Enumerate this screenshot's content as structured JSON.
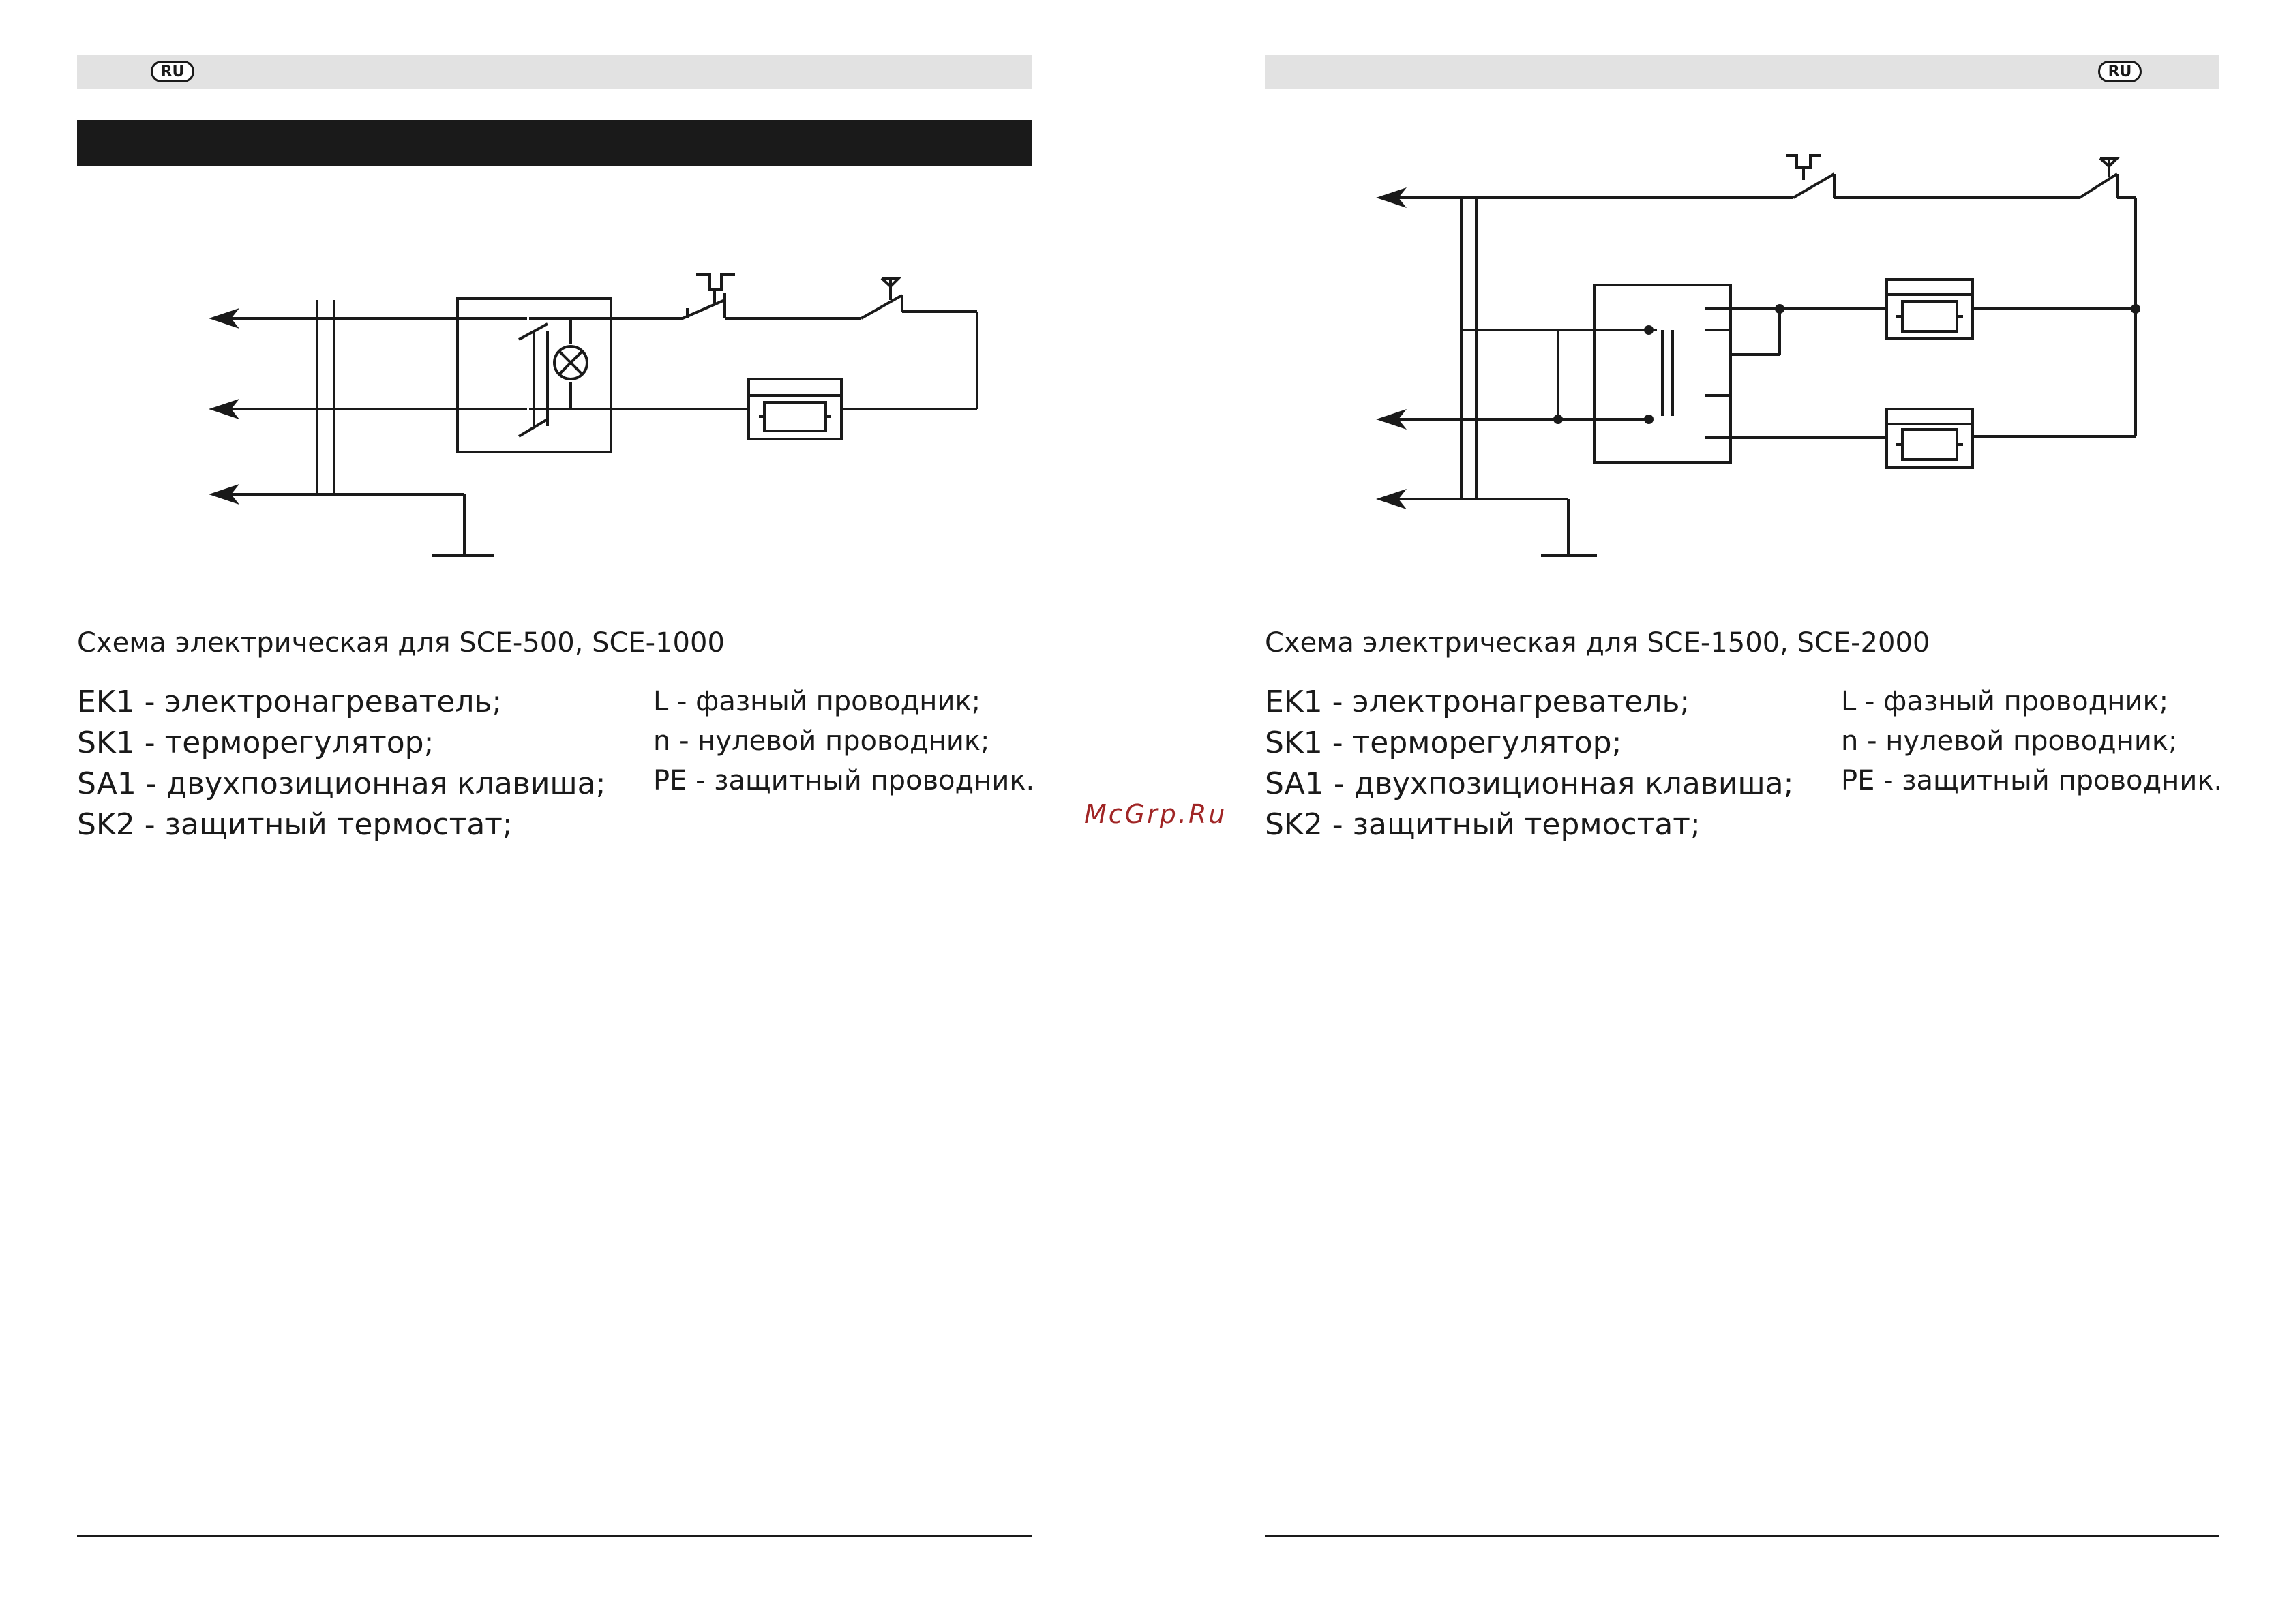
{
  "left_page": {
    "lang_badge": "RU",
    "caption": "Схема электрическая для SCE-500, SCE-1000",
    "legend_components": [
      "EK1 - электронагреватель;",
      "SK1 - терморегулятор;",
      "SA1 - двухпозиционная клавиша;",
      "SK2 - защитный термостат;"
    ],
    "legend_conductors": [
      "L - фазный проводник;",
      "n - нулевой проводник;",
      "PE - защитный проводник."
    ]
  },
  "right_page": {
    "lang_badge": "RU",
    "caption": "Схема электрическая для SCE-1500, SCE-2000",
    "legend_components": [
      "EK1 - электронагреватель;",
      "SK1 - терморегулятор;",
      "SA1 - двухпозиционная клавиша;",
      "SK2 - защитный термостат;"
    ],
    "legend_conductors": [
      "L - фазный проводник;",
      "n - нулевой проводник;",
      "PE - защитный проводник."
    ]
  },
  "watermark": "McGrp.Ru",
  "colors": {
    "ink": "#1a1a1a",
    "header_bar": "#e2e2e2",
    "watermark": "#a02525"
  },
  "icons": {
    "diagram_left": "wiring-diagram-single-heater",
    "diagram_right": "wiring-diagram-dual-heater"
  }
}
